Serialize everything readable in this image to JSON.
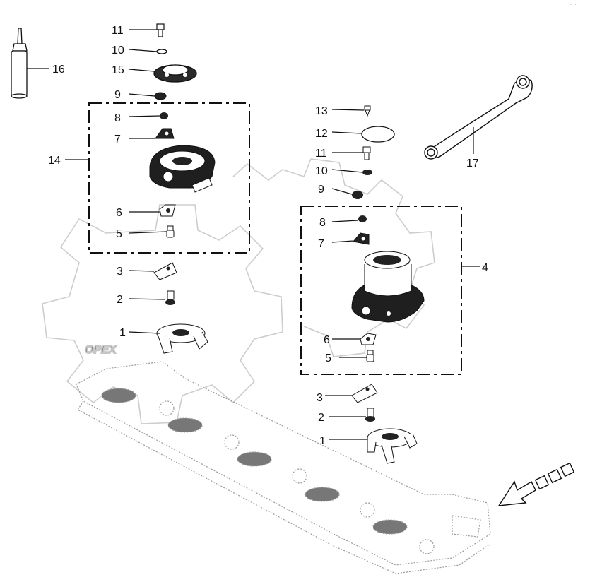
{
  "watermark": {
    "text": "OPEX",
    "color": "#cfcfcf"
  },
  "corner_mark": "·· ··",
  "labels": {
    "l16": "16",
    "l11a": "11",
    "l10a": "10",
    "l15": "15",
    "l9a": "9",
    "l8a": "8",
    "l7a": "7",
    "l14": "14",
    "l6a": "6",
    "l5a": "5",
    "l3a": "3",
    "l2a": "2",
    "l1a": "1",
    "l13": "13",
    "l12": "12",
    "l11b": "11",
    "l10b": "10",
    "l9b": "9",
    "l8b": "8",
    "l7b": "7",
    "l4": "4",
    "l6b": "6",
    "l5b": "5",
    "l3b": "3",
    "l2b": "2",
    "l1b": "1",
    "l17": "17"
  },
  "colors": {
    "line": "#111111",
    "part_dark": "#1a1a1a",
    "part_light": "#ffffff",
    "ghost": "#9a9a9a"
  }
}
